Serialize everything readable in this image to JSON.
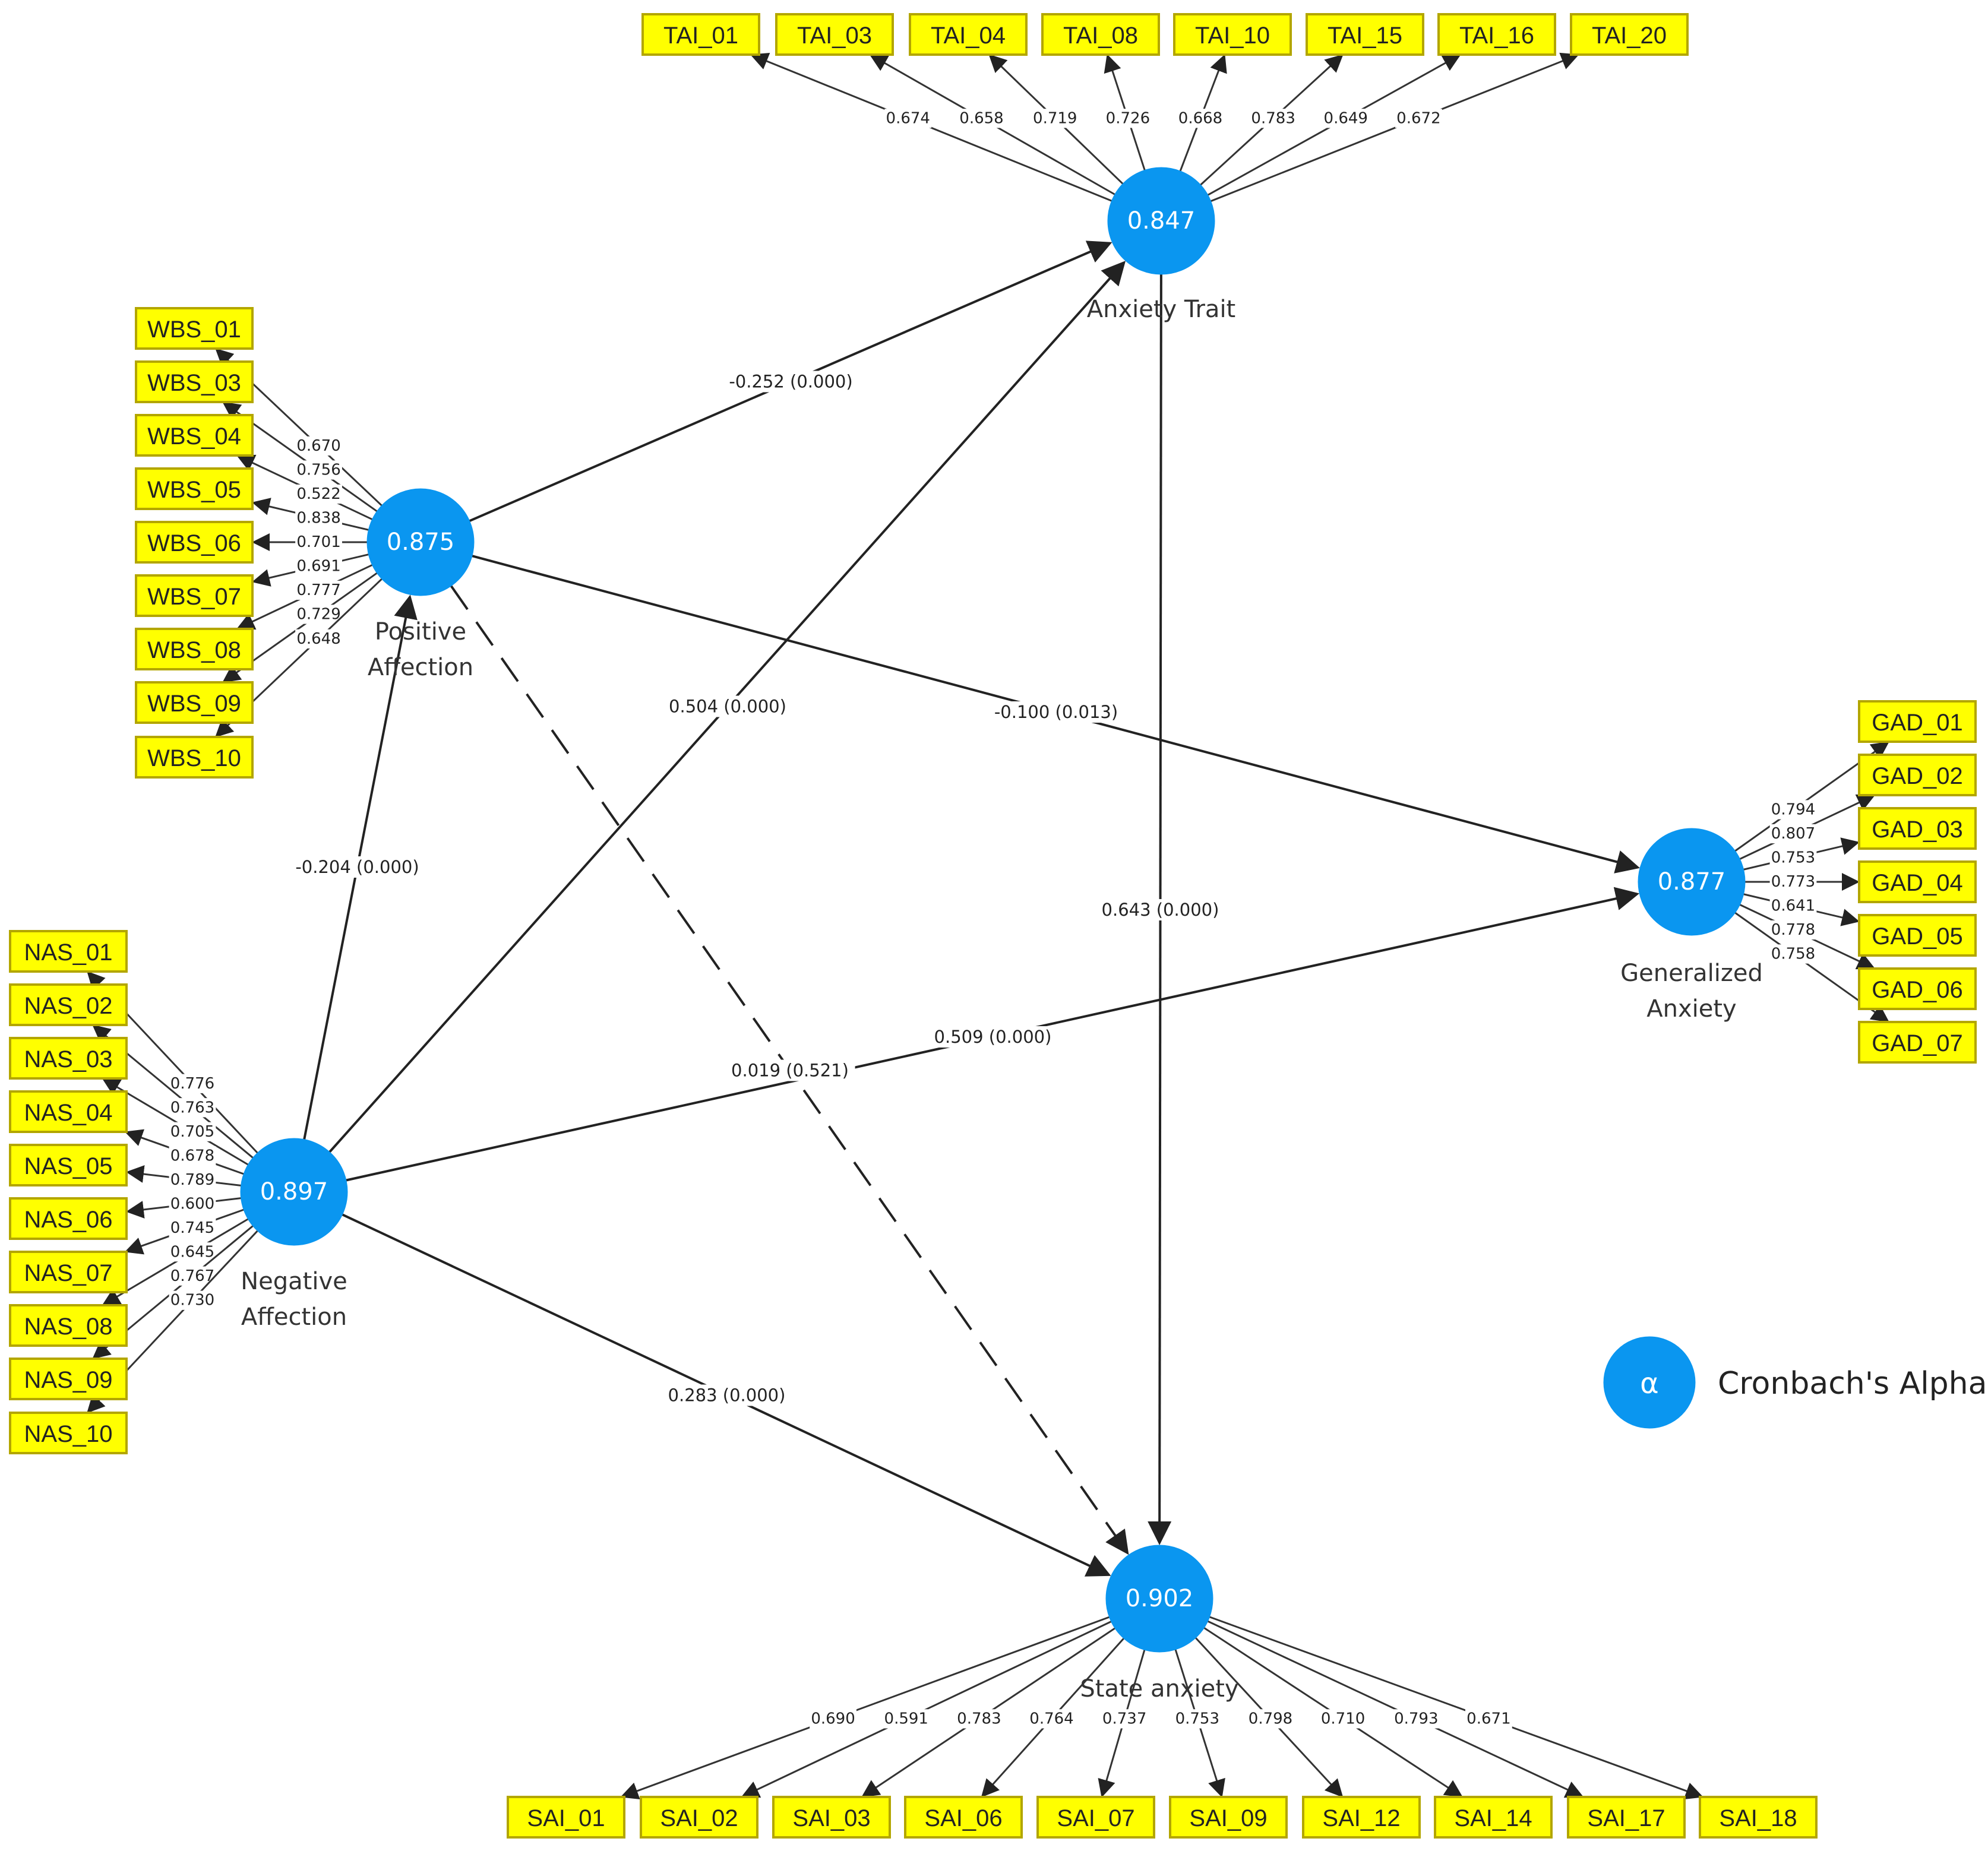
{
  "latents": {
    "anxiety_trait": {
      "value": "0.847",
      "label": [
        "Anxiety Trait"
      ]
    },
    "positive_affection": {
      "value": "0.875",
      "label": [
        "Positive",
        "Affection"
      ]
    },
    "negative_affection": {
      "value": "0.897",
      "label": [
        "Negative",
        "Affection"
      ]
    },
    "generalized_anxiety": {
      "value": "0.877",
      "label": [
        "Generalized",
        "Anxiety"
      ]
    },
    "state_anxiety": {
      "value": "0.902",
      "label": [
        "State anxiety"
      ]
    }
  },
  "indicators": {
    "anxiety_trait": [
      {
        "name": "TAI_01",
        "loading": "0.674"
      },
      {
        "name": "TAI_03",
        "loading": "0.658"
      },
      {
        "name": "TAI_04",
        "loading": "0.719"
      },
      {
        "name": "TAI_08",
        "loading": "0.726"
      },
      {
        "name": "TAI_10",
        "loading": "0.668"
      },
      {
        "name": "TAI_15",
        "loading": "0.783"
      },
      {
        "name": "TAI_16",
        "loading": "0.649"
      },
      {
        "name": "TAI_20",
        "loading": "0.672"
      }
    ],
    "positive_affection": [
      {
        "name": "WBS_01",
        "loading": "0.670"
      },
      {
        "name": "WBS_03",
        "loading": "0.756"
      },
      {
        "name": "WBS_04",
        "loading": "0.522"
      },
      {
        "name": "WBS_05",
        "loading": "0.838"
      },
      {
        "name": "WBS_06",
        "loading": "0.701"
      },
      {
        "name": "WBS_07",
        "loading": "0.691"
      },
      {
        "name": "WBS_08",
        "loading": "0.777"
      },
      {
        "name": "WBS_09",
        "loading": "0.729"
      },
      {
        "name": "WBS_10",
        "loading": "0.648"
      }
    ],
    "negative_affection": [
      {
        "name": "NAS_01",
        "loading": "0.776"
      },
      {
        "name": "NAS_02",
        "loading": "0.763"
      },
      {
        "name": "NAS_03",
        "loading": "0.705"
      },
      {
        "name": "NAS_04",
        "loading": "0.678"
      },
      {
        "name": "NAS_05",
        "loading": "0.789"
      },
      {
        "name": "NAS_06",
        "loading": "0.600"
      },
      {
        "name": "NAS_07",
        "loading": "0.745"
      },
      {
        "name": "NAS_08",
        "loading": "0.645"
      },
      {
        "name": "NAS_09",
        "loading": "0.767"
      },
      {
        "name": "NAS_10",
        "loading": "0.730"
      }
    ],
    "generalized_anxiety": [
      {
        "name": "GAD_01",
        "loading": "0.794"
      },
      {
        "name": "GAD_02",
        "loading": "0.807"
      },
      {
        "name": "GAD_03",
        "loading": "0.753"
      },
      {
        "name": "GAD_04",
        "loading": "0.773"
      },
      {
        "name": "GAD_05",
        "loading": "0.641"
      },
      {
        "name": "GAD_06",
        "loading": "0.778"
      },
      {
        "name": "GAD_07",
        "loading": "0.758"
      }
    ],
    "state_anxiety": [
      {
        "name": "SAI_01",
        "loading": "0.690"
      },
      {
        "name": "SAI_02",
        "loading": "0.591"
      },
      {
        "name": "SAI_03",
        "loading": "0.783"
      },
      {
        "name": "SAI_06",
        "loading": "0.764"
      },
      {
        "name": "SAI_07",
        "loading": "0.737"
      },
      {
        "name": "SAI_09",
        "loading": "0.753"
      },
      {
        "name": "SAI_12",
        "loading": "0.798"
      },
      {
        "name": "SAI_14",
        "loading": "0.710"
      },
      {
        "name": "SAI_17",
        "loading": "0.793"
      },
      {
        "name": "SAI_18",
        "loading": "0.671"
      }
    ]
  },
  "paths": [
    {
      "from": "positive_affection",
      "to": "anxiety_trait",
      "label": "-0.252 (0.000)",
      "dashed": false
    },
    {
      "from": "negative_affection",
      "to": "anxiety_trait",
      "label": "0.504 (0.000)",
      "dashed": false
    },
    {
      "from": "positive_affection",
      "to": "generalized_anxiety",
      "label": "-0.100 (0.013)",
      "dashed": false
    },
    {
      "from": "negative_affection",
      "to": "positive_affection",
      "label": "-0.204 (0.000)",
      "dashed": false
    },
    {
      "from": "positive_affection",
      "to": "state_anxiety",
      "label": "0.019 (0.521)",
      "dashed": true
    },
    {
      "from": "anxiety_trait",
      "to": "state_anxiety",
      "label": "0.643 (0.000)",
      "dashed": false
    },
    {
      "from": "negative_affection",
      "to": "generalized_anxiety",
      "label": "0.509 (0.000)",
      "dashed": false
    },
    {
      "from": "negative_affection",
      "to": "state_anxiety",
      "label": "0.283 (0.000)",
      "dashed": false
    }
  ],
  "legend": {
    "symbol": "α",
    "label": "Cronbach's Alpha"
  },
  "colors": {
    "latent": "#0a96f0",
    "indicator_fill": "#ffff00",
    "indicator_border": "#b3a600",
    "line": "#222222"
  }
}
